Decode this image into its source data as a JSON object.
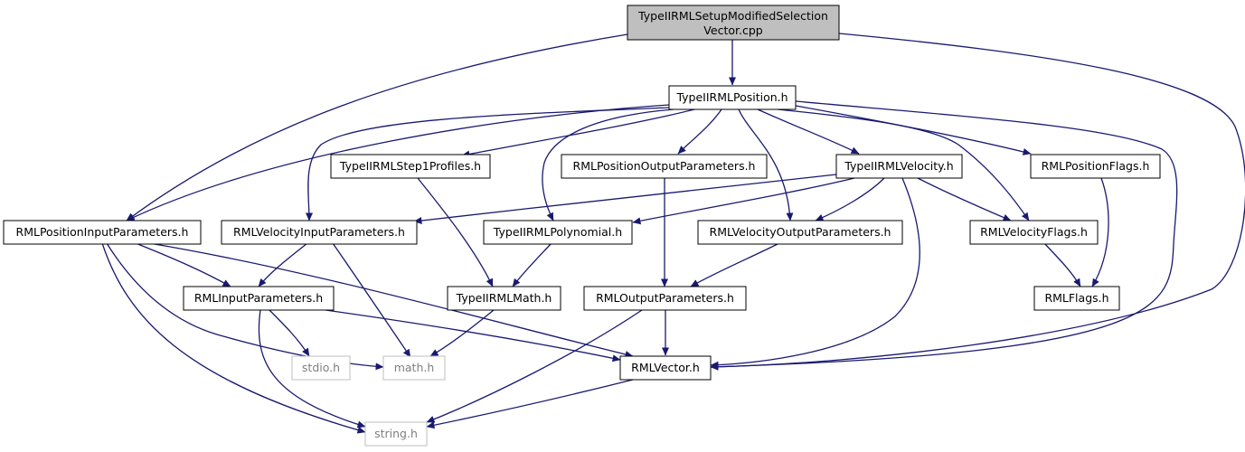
{
  "colors": {
    "edge": "#191970",
    "root_fill": "#bfbfbf",
    "node_fill": "#ffffff",
    "node_border": "#000000",
    "system_border": "#bfbfbf",
    "system_text": "#7f7f7f"
  },
  "diagram": {
    "nodes": {
      "root": {
        "line1": "TypeIIRMLSetupModifiedSelection",
        "line2": "Vector.cpp"
      },
      "position_h": {
        "label": "TypeIIRMLPosition.h"
      },
      "step1_profiles_h": {
        "label": "TypeIIRMLStep1Profiles.h"
      },
      "position_output_parameters_h": {
        "label": "RMLPositionOutputParameters.h"
      },
      "velocity_h": {
        "label": "TypeIIRMLVelocity.h"
      },
      "position_flags_h": {
        "label": "RMLPositionFlags.h"
      },
      "position_input_parameters_h": {
        "label": "RMLPositionInputParameters.h"
      },
      "velocity_input_parameters_h": {
        "label": "RMLVelocityInputParameters.h"
      },
      "polynomial_h": {
        "label": "TypeIIRMLPolynomial.h"
      },
      "velocity_output_parameters_h": {
        "label": "RMLVelocityOutputParameters.h"
      },
      "velocity_flags_h": {
        "label": "RMLVelocityFlags.h"
      },
      "input_parameters_h": {
        "label": "RMLInputParameters.h"
      },
      "math_lib_h": {
        "label": "TypeIIRMLMath.h"
      },
      "output_parameters_h": {
        "label": "RMLOutputParameters.h"
      },
      "flags_h": {
        "label": "RMLFlags.h"
      },
      "stdio_h": {
        "label": "stdio.h"
      },
      "math_h": {
        "label": "math.h"
      },
      "vector_h": {
        "label": "RMLVector.h"
      },
      "string_h": {
        "label": "string.h"
      }
    }
  }
}
